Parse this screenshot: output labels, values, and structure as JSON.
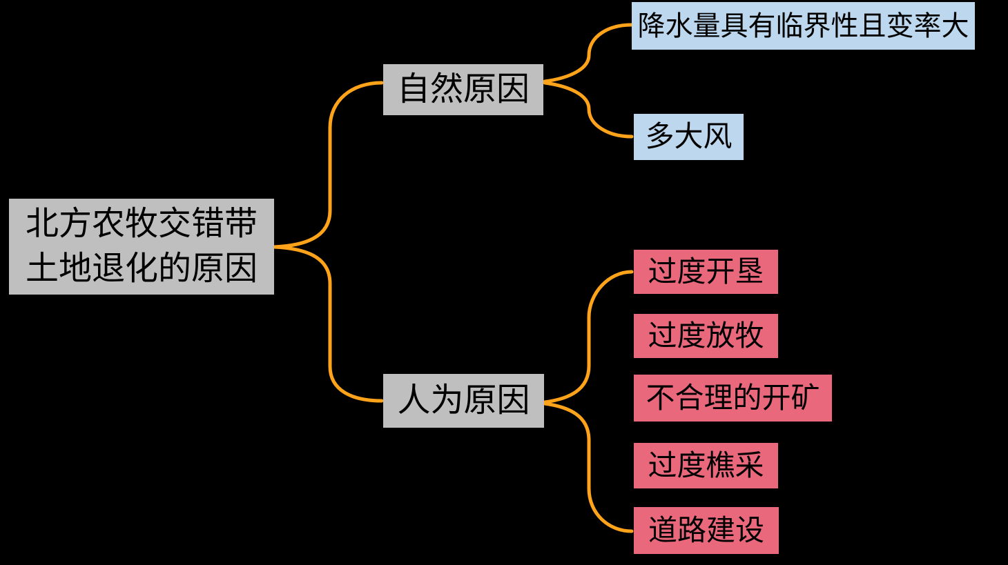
{
  "diagram": {
    "title": "北方农牧交错带土地退化的原因",
    "type": "mindmap"
  },
  "colors": {
    "background": "#000000",
    "node_gray": "#BFBFBF",
    "node_blue": "#BDD7EE",
    "node_pink": "#E9687B",
    "connector_orange": "#FFA31A",
    "text": "#000000"
  },
  "root": {
    "label": "北方农牧交错带\n土地退化的原因"
  },
  "branches": [
    {
      "label": "自然原因",
      "children": [
        {
          "label": "降水量具有临界性且变率大"
        },
        {
          "label": "多大风"
        }
      ]
    },
    {
      "label": "人为原因",
      "children": [
        {
          "label": "过度开垦"
        },
        {
          "label": "过度放牧"
        },
        {
          "label": "不合理的开矿"
        },
        {
          "label": "过度樵采"
        },
        {
          "label": "道路建设"
        }
      ]
    }
  ]
}
